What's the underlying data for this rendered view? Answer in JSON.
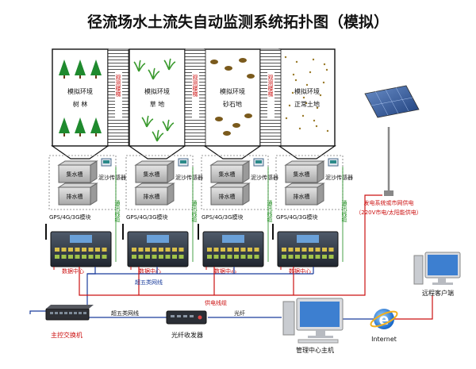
{
  "title": "径流场水土流失自动监测系统拓扑图（模拟）",
  "plots": [
    {
      "name": "模拟环境",
      "type": "树 林",
      "tank1": "集水槽",
      "tank2": "排水槽",
      "sensor": "泥沙传感器",
      "gps": "GPS/4G/3G模块",
      "comm": "通讯线缆",
      "datacenter": "数据中心"
    },
    {
      "name": "模拟环境",
      "type": "草 地",
      "tank1": "集水槽",
      "tank2": "排水槽",
      "sensor": "泥沙传感器",
      "gps": "GPS/4G/3G模块",
      "comm": "通讯线缆",
      "datacenter": "数据中心"
    },
    {
      "name": "模拟环境",
      "type": "砂石地",
      "tank1": "集水槽",
      "tank2": "排水槽",
      "sensor": "泥沙传感器",
      "gps": "GPS/4G/3G模块",
      "comm": "通讯线缆",
      "datacenter": "数据中心"
    },
    {
      "name": "模拟环境",
      "type": "正常土地",
      "tank1": "集水槽",
      "tank2": "排水槽",
      "sensor": "泥沙传感器",
      "gps": "GPS/4G/3G模块",
      "comm": "通讯线缆",
      "datacenter": "数据中心"
    }
  ],
  "dividers": [
    "观测楼梯",
    "观测楼梯",
    "观测楼梯"
  ],
  "cables": {
    "cat5_upper": "超五类网线",
    "power": "供电线缆",
    "cat5_lower": "超五类网线",
    "fiber": "光纤"
  },
  "devices": {
    "switch": "主控交换机",
    "transceiver": "光纤收发器",
    "host": "管理中心主机",
    "internet": "Internet",
    "remote": "远程客户端"
  },
  "power_source": {
    "line1": "发电系统或市网供电",
    "line2": "（220V市电/太阳能供电）"
  },
  "colors": {
    "red": "#cc1111",
    "blue": "#1a3c9c",
    "green": "#1a8a1a"
  }
}
